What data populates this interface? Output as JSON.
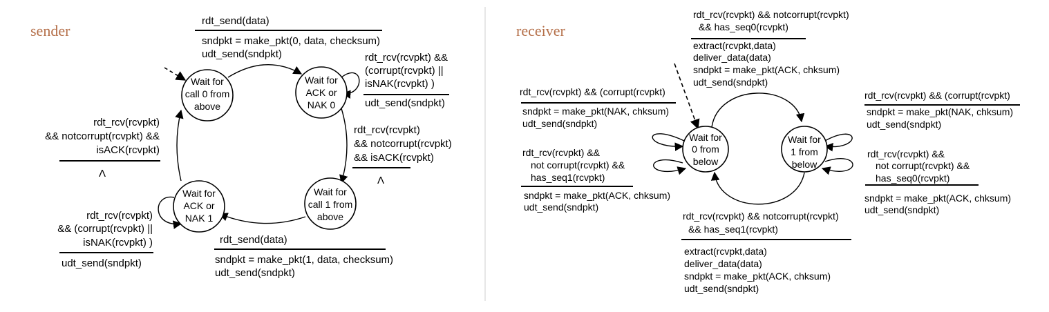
{
  "colors": {
    "title": "#b5704a",
    "divider": "#cccccc",
    "ink": "#000000"
  },
  "sender": {
    "title": "sender",
    "states": {
      "wait_call0": [
        "Wait for",
        "call 0 from",
        "above"
      ],
      "wait_ack0": [
        "Wait for",
        "ACK or",
        "NAK 0"
      ],
      "wait_call1": [
        "Wait for",
        "call 1 from",
        "above"
      ],
      "wait_ack1": [
        "Wait for",
        "ACK or",
        "NAK 1"
      ]
    },
    "t_send0": {
      "event": [
        "rdt_send(data)"
      ],
      "actions": [
        "sndpkt = make_pkt(0, data, checksum)",
        "udt_send(sndpkt)"
      ]
    },
    "t_ack0_self": {
      "event": [
        "rdt_rcv(rcvpkt) &&",
        "(corrupt(rcvpkt) ||",
        "isNAK(rcvpkt) )"
      ],
      "actions": [
        "udt_send(sndpkt)"
      ]
    },
    "t_ack0_ok": {
      "event": [
        "rdt_rcv(rcvpkt)",
        "&& notcorrupt(rcvpkt)",
        "&& isACK(rcvpkt)"
      ],
      "actions": [
        "Λ"
      ]
    },
    "t_send1": {
      "event": [
        "rdt_send(data)"
      ],
      "actions": [
        "sndpkt = make_pkt(1, data, checksum)",
        "udt_send(sndpkt)"
      ]
    },
    "t_ack1_self": {
      "event": [
        "rdt_rcv(rcvpkt)",
        "&& (corrupt(rcvpkt) ||",
        "isNAK(rcvpkt) )"
      ],
      "actions": [
        "udt_send(sndpkt)"
      ]
    },
    "t_ack1_ok": {
      "event": [
        "rdt_rcv(rcvpkt)",
        "&& notcorrupt(rcvpkt) &&",
        "isACK(rcvpkt)"
      ],
      "actions": [
        "Λ"
      ]
    }
  },
  "receiver": {
    "title": "receiver",
    "states": {
      "wait0": [
        "Wait for",
        "0 from",
        "below"
      ],
      "wait1": [
        "Wait for",
        "1 from",
        "below"
      ]
    },
    "t_top": {
      "event": [
        "rdt_rcv(rcvpkt) && notcorrupt(rcvpkt)",
        "&& has_seq0(rcvpkt)"
      ],
      "actions": [
        "extract(rcvpkt,data)",
        "deliver_data(data)",
        "sndpkt = make_pkt(ACK, chksum)",
        "udt_send(sndpkt)"
      ]
    },
    "t_bottom": {
      "event": [
        "rdt_rcv(rcvpkt) && notcorrupt(rcvpkt)",
        "&& has_seq1(rcvpkt)"
      ],
      "actions": [
        "extract(rcvpkt,data)",
        "deliver_data(data)",
        "sndpkt = make_pkt(ACK, chksum)",
        "udt_send(sndpkt)"
      ]
    },
    "t_left_corrupt": {
      "event": [
        "rdt_rcv(rcvpkt) && (corrupt(rcvpkt)"
      ],
      "actions": [
        "sndpkt = make_pkt(NAK, chksum)",
        "udt_send(sndpkt)"
      ]
    },
    "t_left_seq1": {
      "event": [
        "rdt_rcv(rcvpkt) &&",
        "not corrupt(rcvpkt) &&",
        "has_seq1(rcvpkt)"
      ],
      "actions": [
        "sndpkt = make_pkt(ACK, chksum)",
        "udt_send(sndpkt)"
      ]
    },
    "t_right_corrupt": {
      "event": [
        "rdt_rcv(rcvpkt) && (corrupt(rcvpkt)"
      ],
      "actions": [
        "sndpkt = make_pkt(NAK, chksum)",
        "udt_send(sndpkt)"
      ]
    },
    "t_right_seq0": {
      "event": [
        "rdt_rcv(rcvpkt) &&",
        "not corrupt(rcvpkt) &&",
        "has_seq0(rcvpkt)"
      ],
      "actions": [
        "sndpkt = make_pkt(ACK, chksum)",
        "udt_send(sndpkt)"
      ]
    }
  }
}
